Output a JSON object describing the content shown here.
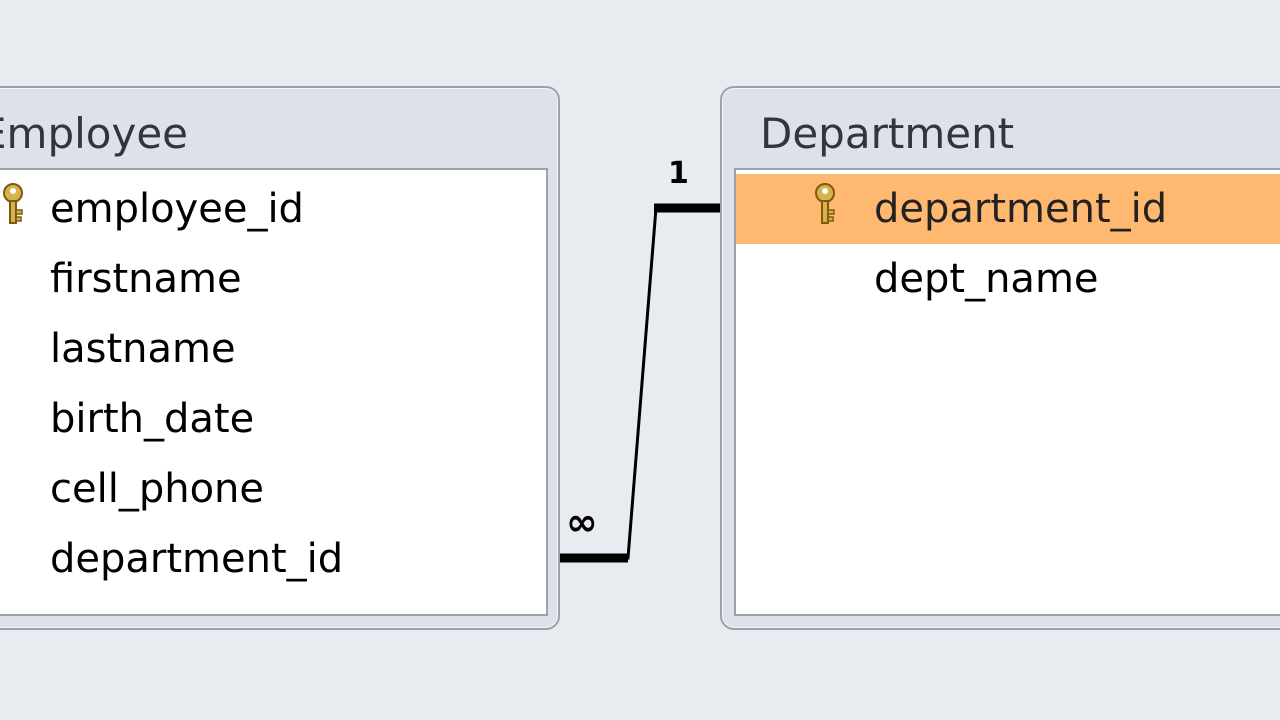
{
  "employee_table": {
    "title": "Employee",
    "fields": [
      {
        "name": "employee_id",
        "primary_key": true
      },
      {
        "name": "firstname",
        "primary_key": false
      },
      {
        "name": "lastname",
        "primary_key": false
      },
      {
        "name": "birth_date",
        "primary_key": false
      },
      {
        "name": "cell_phone",
        "primary_key": false
      },
      {
        "name": "department_id",
        "primary_key": false
      }
    ]
  },
  "department_table": {
    "title": "Department",
    "fields": [
      {
        "name": "department_id",
        "primary_key": true,
        "selected": true
      },
      {
        "name": "dept_name",
        "primary_key": false
      }
    ]
  },
  "relationship": {
    "one_side": "1",
    "many_side": "∞"
  },
  "colors": {
    "background": "#e8ebef",
    "window": "#dde2e9",
    "selection": "#ffb870",
    "key_icon": "#d8b24a"
  }
}
